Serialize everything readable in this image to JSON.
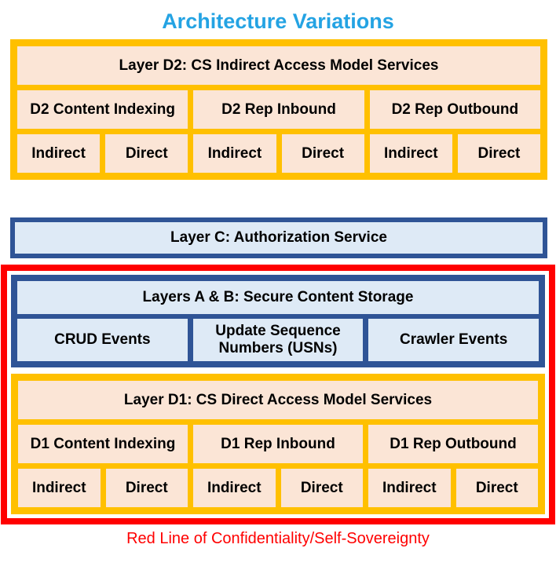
{
  "title": {
    "text": "Architecture Variations",
    "color": "#24A3E3"
  },
  "layer_d2": {
    "header": "Layer D2: CS Indirect Access Model Services",
    "services": [
      "D2 Content Indexing",
      "D2 Rep Inbound",
      "D2 Rep Outbound"
    ],
    "modes": [
      "Indirect",
      "Direct",
      "Indirect",
      "Direct",
      "Indirect",
      "Direct"
    ]
  },
  "layer_c": {
    "header": "Layer C: Authorization Service"
  },
  "layers_ab": {
    "header": "Layers A & B: Secure Content Storage",
    "events": [
      "CRUD Events",
      "Update Sequence Numbers (USNs)",
      "Crawler Events"
    ]
  },
  "layer_d1": {
    "header": "Layer D1: CS Direct Access Model Services",
    "services": [
      "D1 Content Indexing",
      "D1 Rep Inbound",
      "D1 Rep Outbound"
    ],
    "modes": [
      "Indirect",
      "Direct",
      "Indirect",
      "Direct",
      "Indirect",
      "Direct"
    ]
  },
  "red_line_caption": "Red Line of Confidentiality/Self-Sovereignty",
  "colors": {
    "gold": "#FFC000",
    "peach": "#FBE5D6",
    "dark_blue": "#2F5496",
    "light_blue": "#DEEAF6",
    "red": "#FF0000",
    "title_blue": "#24A3E3"
  }
}
